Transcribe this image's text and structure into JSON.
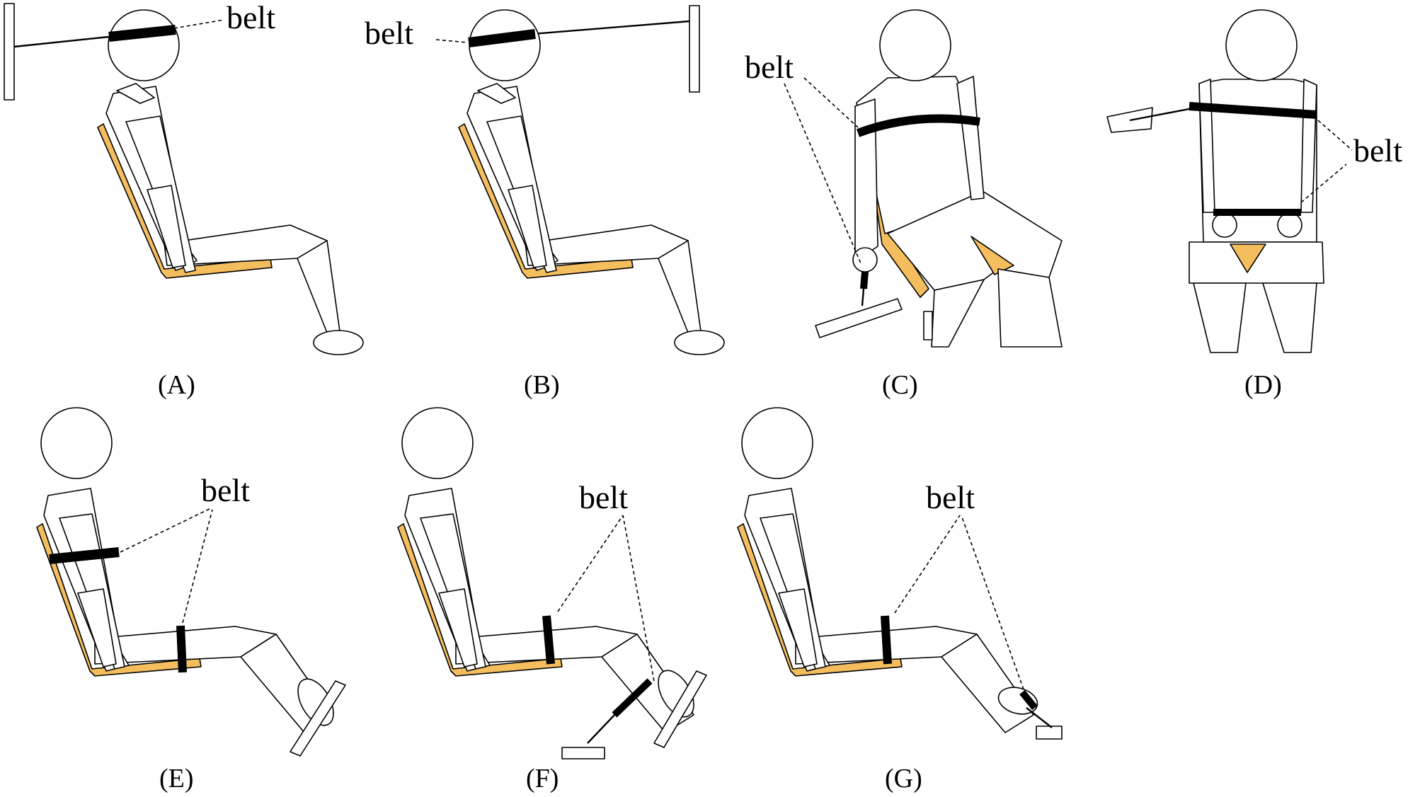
{
  "colors": {
    "seat": "#F4BE5F",
    "line": "#000000",
    "background": "#FFFFFF"
  },
  "belt_label": "belt",
  "panels": [
    {
      "id": "A",
      "caption": "(A)"
    },
    {
      "id": "B",
      "caption": "(B)"
    },
    {
      "id": "C",
      "caption": "(C)"
    },
    {
      "id": "D",
      "caption": "(D)"
    },
    {
      "id": "E",
      "caption": "(E)"
    },
    {
      "id": "F",
      "caption": "(F)"
    },
    {
      "id": "G",
      "caption": "(G)"
    }
  ]
}
